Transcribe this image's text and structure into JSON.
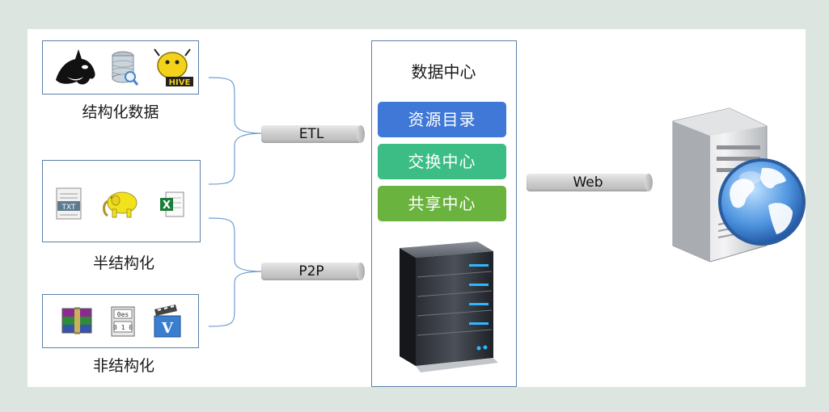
{
  "sources": [
    {
      "label": "结构化数据",
      "icons": [
        "orca-whale-icon",
        "database-icon",
        "hive-bee-icon"
      ]
    },
    {
      "label": "半结构化",
      "icons": [
        "txt-file-icon",
        "hadoop-elephant-icon",
        "excel-file-icon"
      ]
    },
    {
      "label": "非结构化",
      "icons": [
        "winrar-archive-icon",
        "binary-document-icon",
        "video-file-icon"
      ]
    }
  ],
  "connectors": {
    "etl": "ETL",
    "p2p": "P2P",
    "web": "Web"
  },
  "data_center": {
    "title": "数据中心",
    "modules": [
      {
        "label": "资源目录",
        "color": "#3f78d6"
      },
      {
        "label": "交换中心",
        "color": "#3dbd86"
      },
      {
        "label": "共享中心",
        "color": "#6ab33f"
      }
    ]
  },
  "icon_text": {
    "txt": "TXT",
    "hive": "HIVE",
    "excel": "X",
    "video": "V",
    "bin_top": "0es",
    "bin_bottom": "0 1 0"
  }
}
